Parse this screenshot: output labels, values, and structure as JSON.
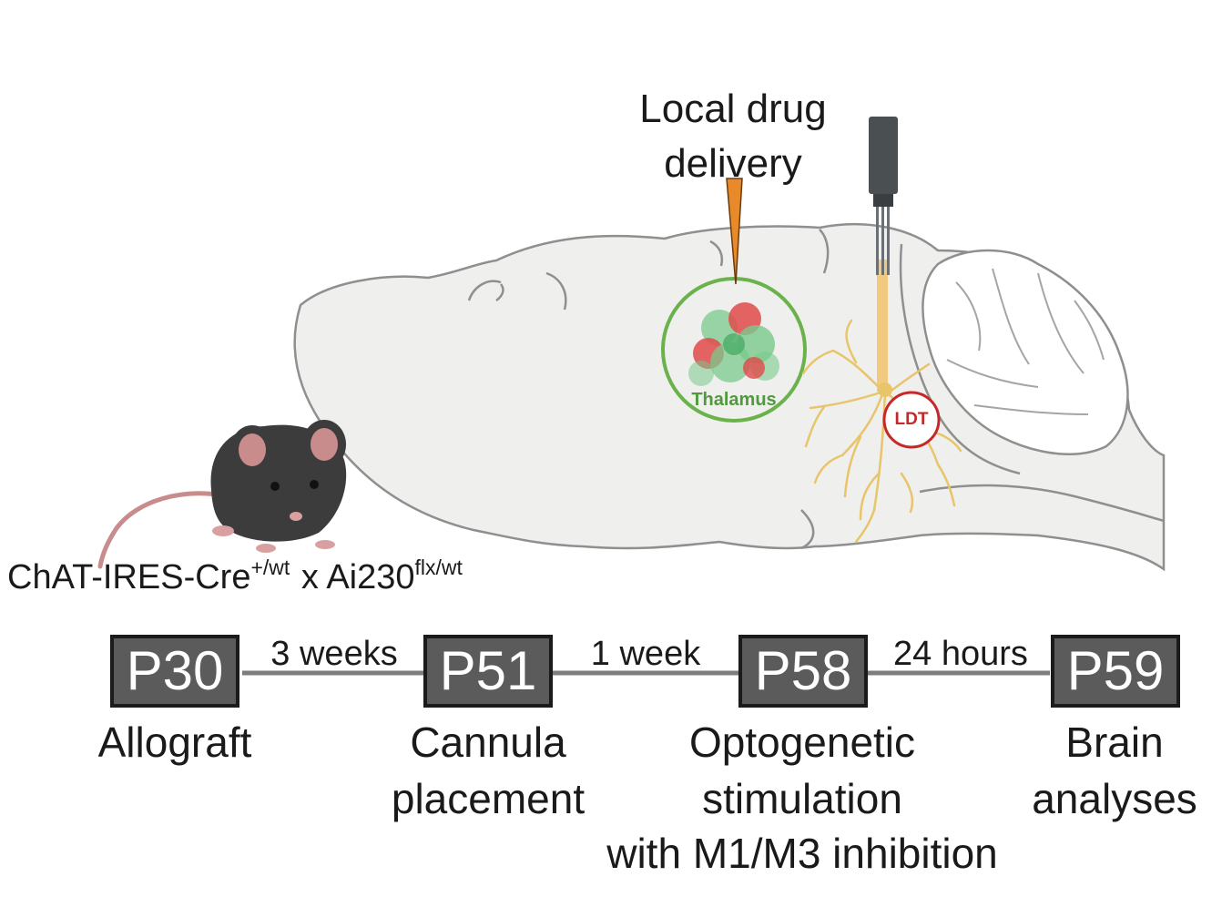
{
  "figure": {
    "drug_label": [
      "Local drug",
      "delivery"
    ],
    "thalamus_label": "Thalamus",
    "ldt_label": "LDT",
    "genotype": {
      "part1": "ChAT-IRES-Cre",
      "sup1": "+/wt",
      "separator": "x",
      "part2": "Ai230",
      "sup2": "flx/wt"
    }
  },
  "timeline": {
    "stages": [
      {
        "label": "P30",
        "description": [
          "Allograft"
        ]
      },
      {
        "label": "P51",
        "description": [
          "Cannula",
          "placement"
        ]
      },
      {
        "label": "P58",
        "description": [
          "Optogenetic",
          "stimulation",
          "with M1/M3 inhibition"
        ]
      },
      {
        "label": "P59",
        "description": [
          "Brain",
          "analyses"
        ]
      }
    ],
    "intervals": [
      "3 weeks",
      "1 week",
      "24 hours"
    ]
  },
  "colors": {
    "brain_fill": "#efefee",
    "brain_outline": "#8f8f8f",
    "thalamus_ring": "#6bb24d",
    "tumor_green": "#79c98c",
    "tumor_red": "#e04a4a",
    "ldt_ring": "#c62828",
    "neuron": "#e8c56a",
    "cannula": "#e88a2a",
    "fiber": "#4a4f52",
    "stage_box": "#5b5b5b",
    "timeline_line": "#7d7d7d",
    "mouse_body": "#3c3c3c",
    "mouse_pink": "#d8a0a0"
  }
}
